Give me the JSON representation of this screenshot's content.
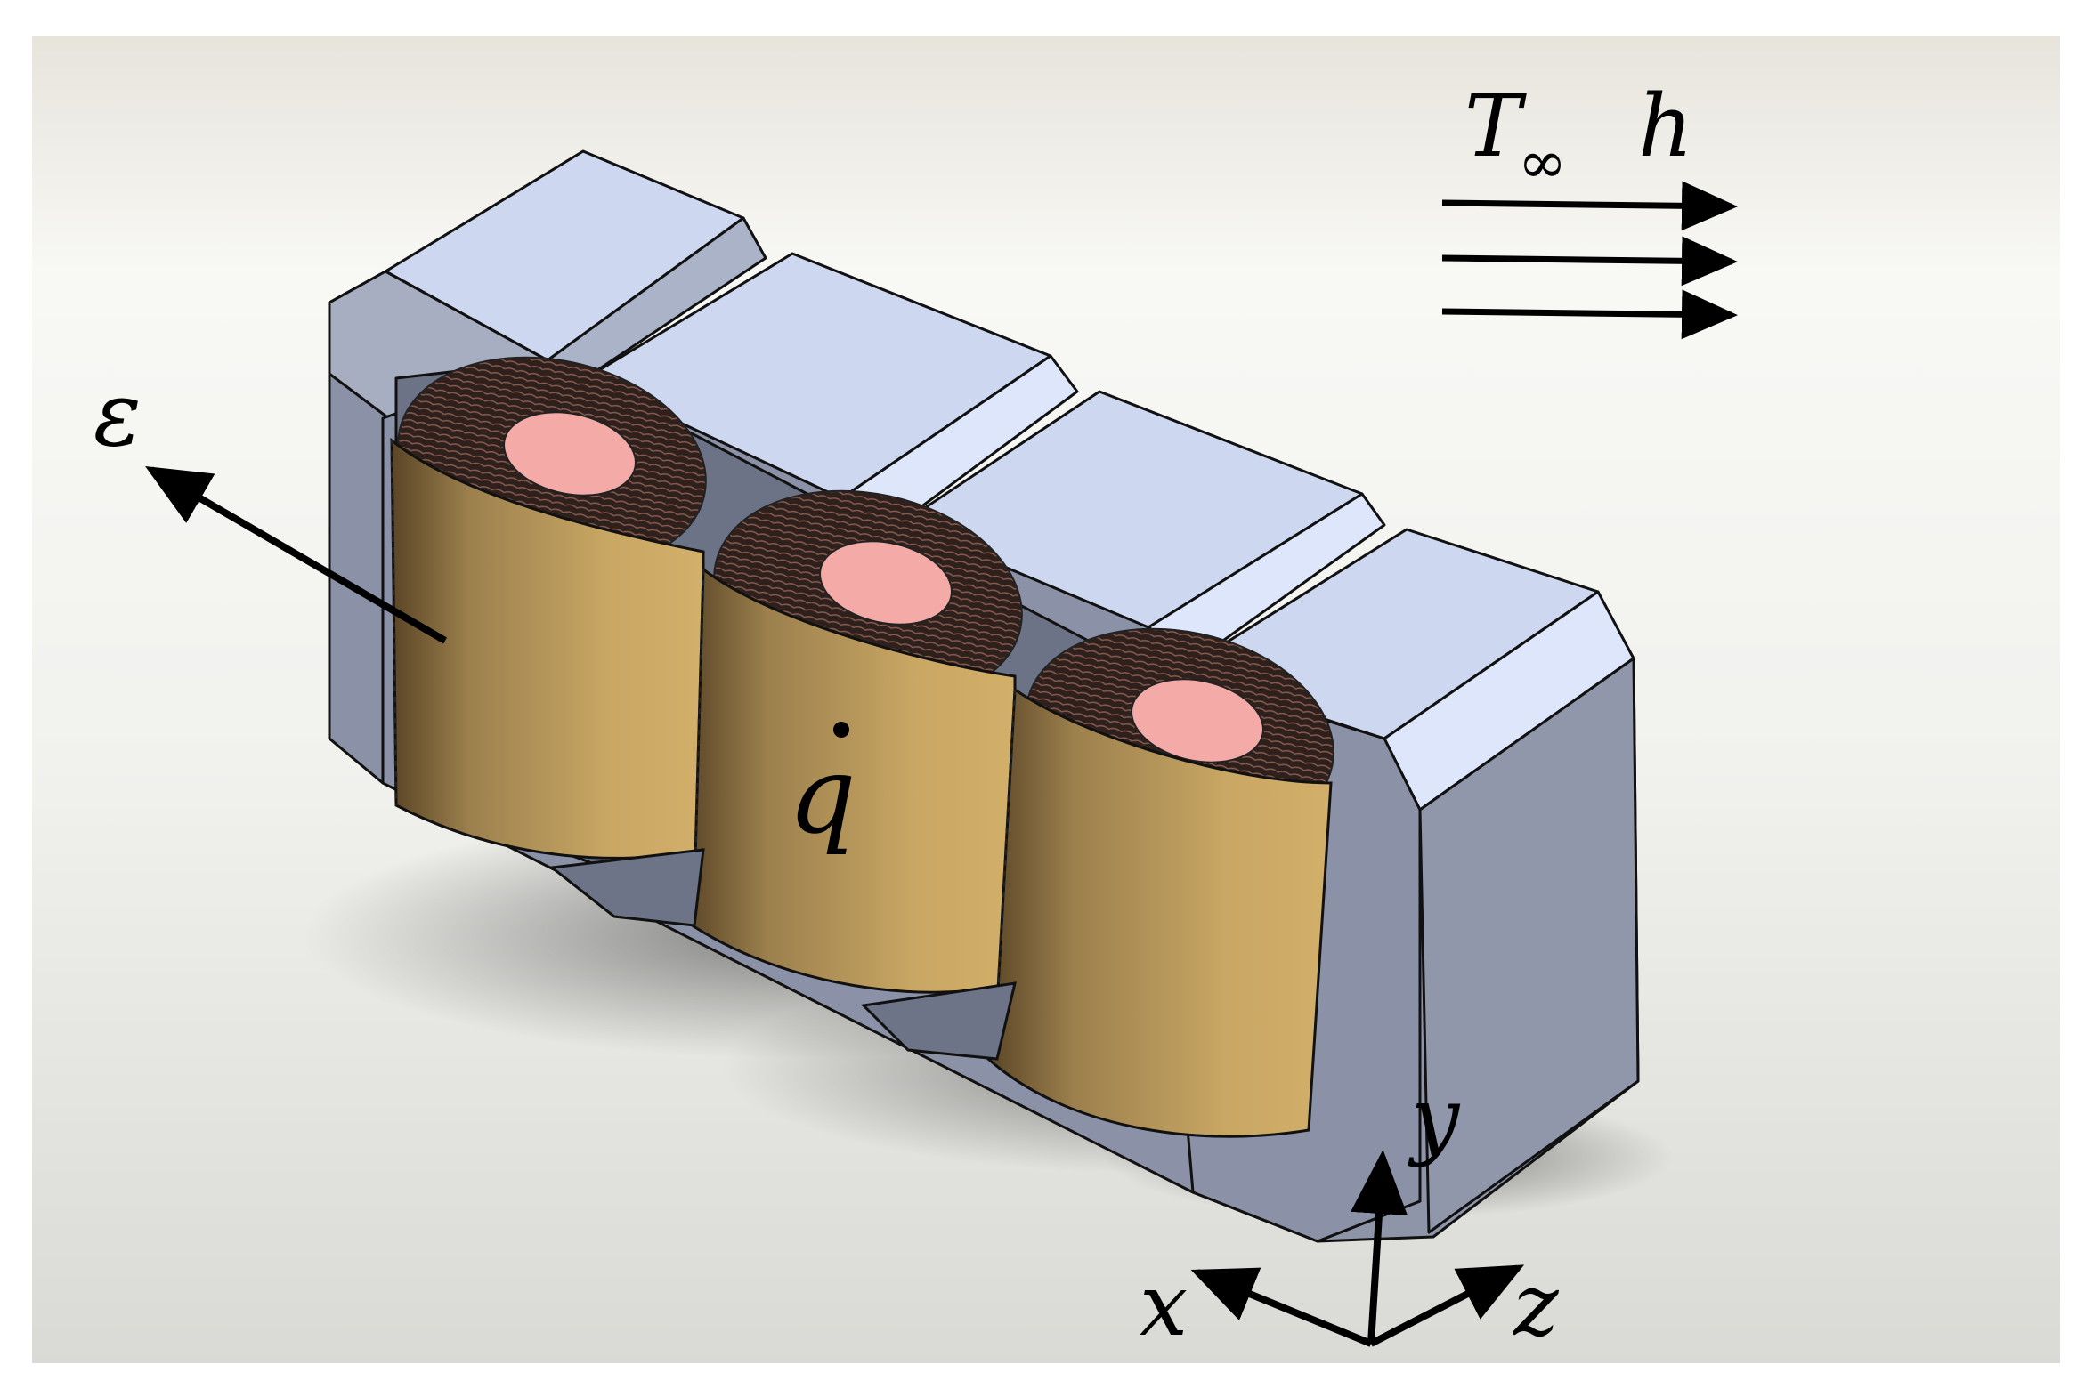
{
  "labels": {
    "ambient_temp_symbol": "T",
    "ambient_temp_subscript": "∞",
    "heat_transfer_coeff": "h",
    "emissivity": "ε",
    "heat_generation": "q",
    "axis_x": "x",
    "axis_y": "y",
    "axis_z": "z"
  },
  "colors": {
    "core_front": "#8b91a6",
    "core_top": "#cdd8f0",
    "core_slope": "#dde6fb",
    "coil": "#c9a764",
    "coil_shadow": "#5a4526",
    "winding_dark": "#3b2a24",
    "winding_pink": "#f4aaa6"
  }
}
